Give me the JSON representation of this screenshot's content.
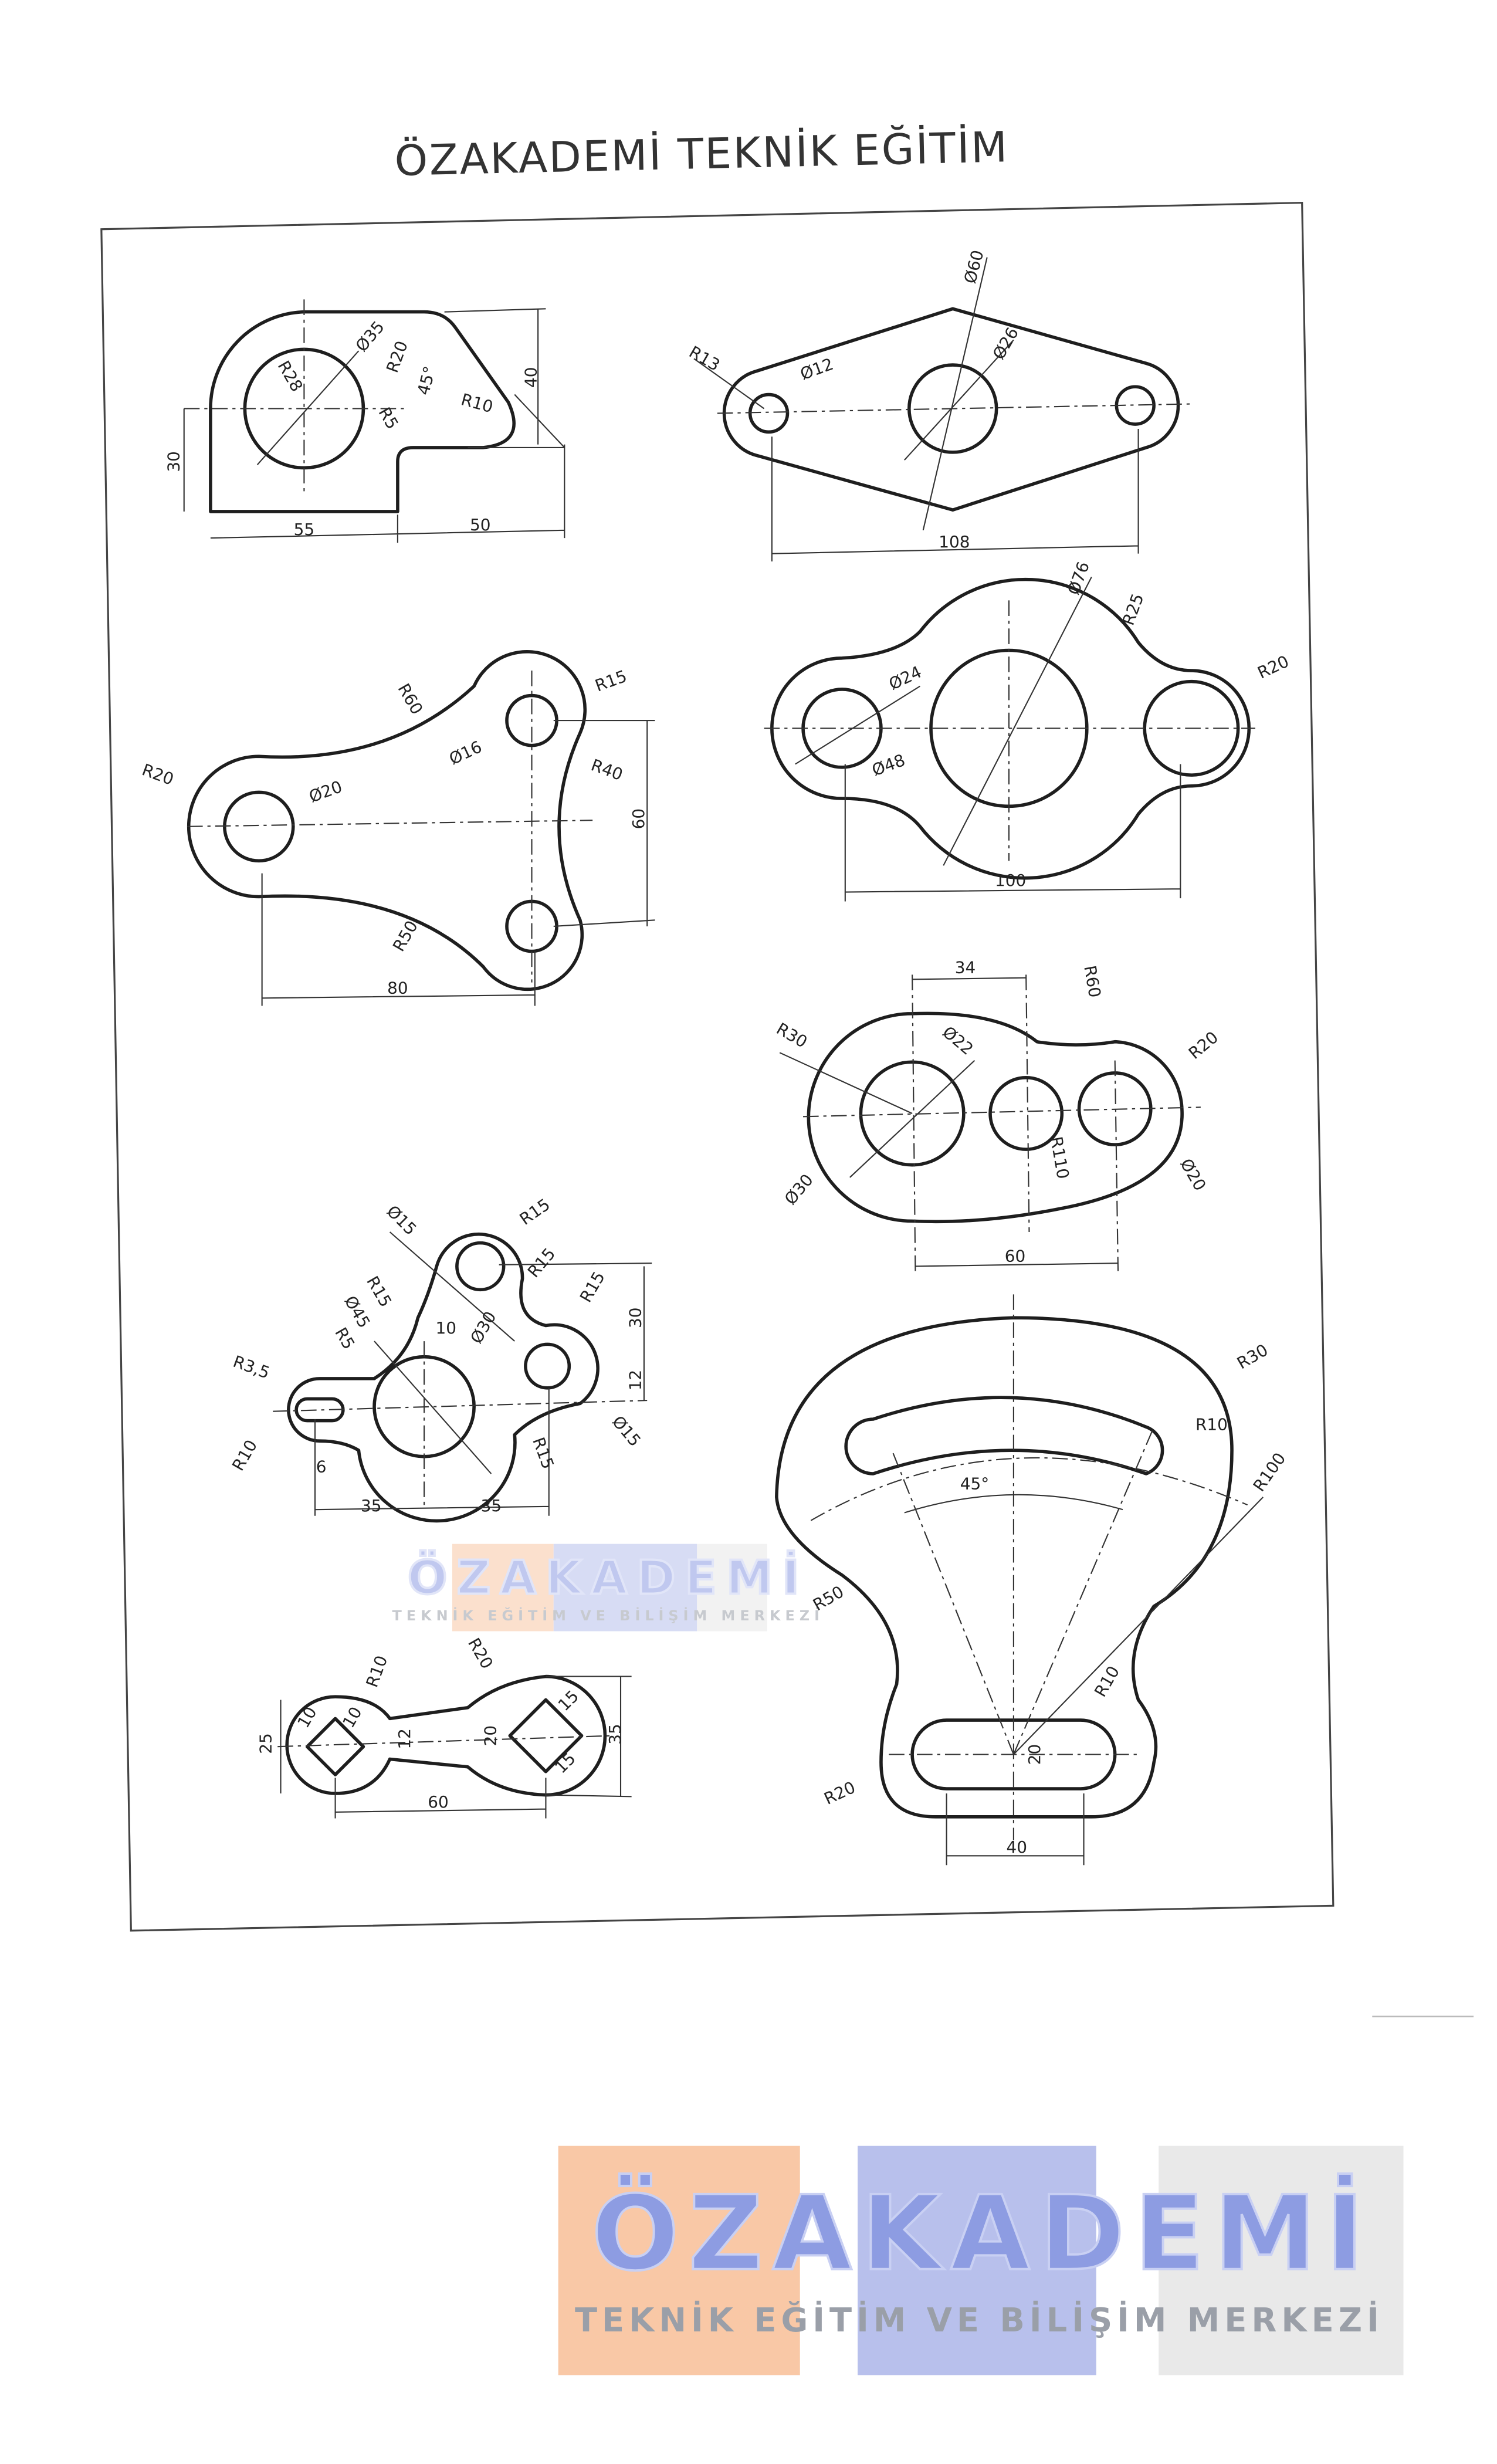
{
  "title": "ÖZAKADEMİ TEKNİK EĞİTİM",
  "watermark": {
    "brand": "ÖZAKADEMİ",
    "tagline": "TEKNİK EĞİTİM VE BİLİŞİM MERKEZİ",
    "colors": [
      "#f9c8a6",
      "#b8c0ec",
      "#e9e9e9"
    ]
  },
  "figures": [
    {
      "labels": [
        "Ø35",
        "R20",
        "R28",
        "40",
        "45°",
        "R10",
        "R5",
        "30",
        "55",
        "50"
      ]
    },
    {
      "labels": [
        "Ø60",
        "R13",
        "Ø12",
        "Ø26",
        "108"
      ]
    },
    {
      "labels": [
        "R60",
        "R15",
        "Ø16",
        "R20",
        "Ø20",
        "R40",
        "60",
        "R50",
        "80"
      ]
    },
    {
      "labels": [
        "Ø76",
        "R25",
        "R20",
        "Ø24",
        "Ø48",
        "100"
      ]
    },
    {
      "labels": [
        "34",
        "R60",
        "R30",
        "Ø22",
        "R20",
        "R110",
        "Ø30",
        "Ø20",
        "60"
      ]
    },
    {
      "labels": [
        "Ø15",
        "R15",
        "R15",
        "R15",
        "Ø45",
        "R15",
        "R5",
        "10",
        "Ø30",
        "30",
        "12",
        "R3,5",
        "R10",
        "6",
        "35",
        "35",
        "Ø15",
        "R15"
      ]
    },
    {
      "labels": [
        "R30",
        "R10",
        "45°",
        "R100",
        "R50",
        "R10",
        "20",
        "R20",
        "40"
      ]
    },
    {
      "labels": [
        "25",
        "10",
        "10",
        "R10",
        "R20",
        "12",
        "20",
        "15",
        "15",
        "35",
        "60"
      ]
    }
  ]
}
